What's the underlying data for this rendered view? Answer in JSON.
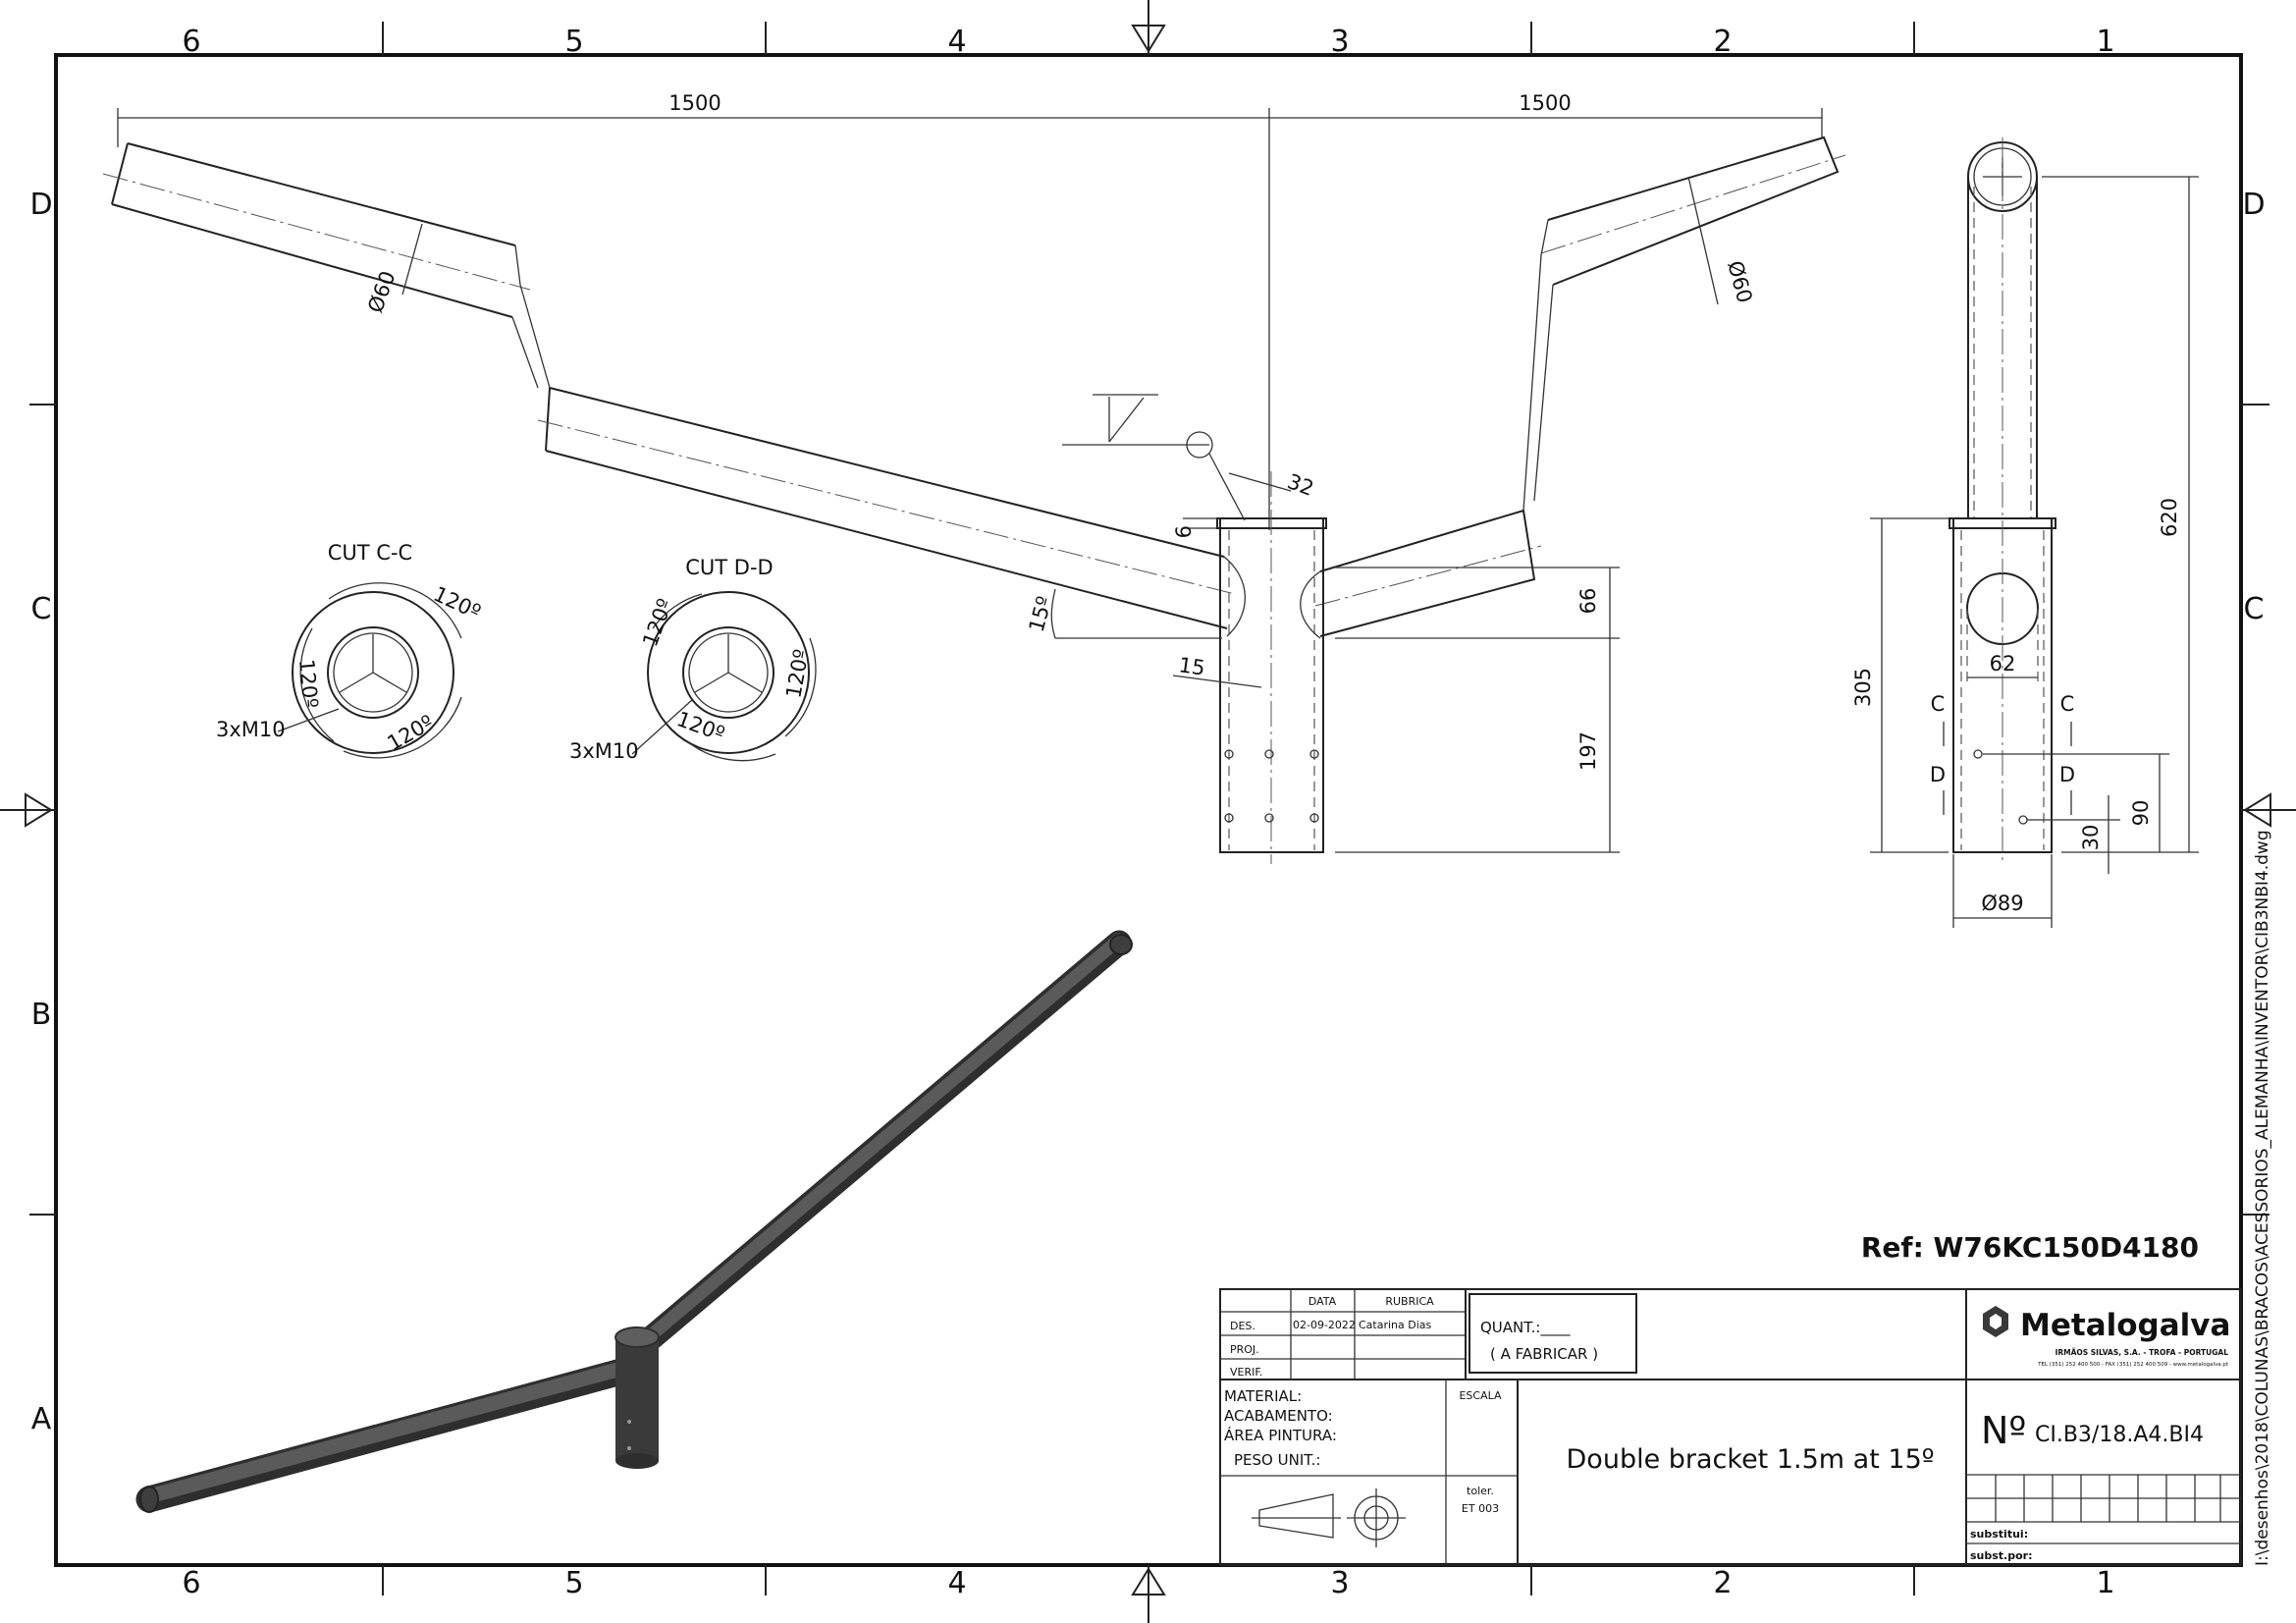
{
  "grid": {
    "cols_top": [
      "6",
      "5",
      "4",
      "3",
      "2",
      "1"
    ],
    "rows_side": [
      "D",
      "C",
      "B",
      "A"
    ]
  },
  "dimensions": {
    "left_span": "1500",
    "right_span": "1500",
    "dia_left": "Ø60",
    "dia_right": "Ø60",
    "angle_weld": "32",
    "cap_thickness": "6",
    "arm_angle": "15º",
    "weld_depth": "15",
    "arm_drop": "66",
    "sleeve_lower": "197",
    "total_height": "620",
    "sleeve_height": "305",
    "bore_width": "62",
    "hole_c_height": "90",
    "hole_d_height": "30",
    "sleeve_dia": "Ø89"
  },
  "section_c": {
    "title": "CUT C-C",
    "angle_a": "120º",
    "angle_b": "120º",
    "angle_c": "120º",
    "bolts": "3xM10"
  },
  "section_d": {
    "title": "CUT D-D",
    "angle_a": "120º",
    "angle_b": "120º",
    "angle_c": "120º",
    "bolts": "3xM10"
  },
  "side_marks": {
    "c_left": "C",
    "c_right": "C",
    "d_left": "D",
    "d_right": "D"
  },
  "file_path": "I:\\desenhos\\2018\\COLUNAS\\BRACOS\\ACESSORIOS_ALEMANHA\\INVENTOR\\CIB3NBI4.dwg",
  "reference": "Ref: W76KC150D4180",
  "title_block": {
    "col_data": "DATA",
    "col_rubrica": "RUBRICA",
    "row_des": "DES.",
    "row_proj": "PROJ.",
    "row_verif": "VERIF.",
    "des_date": "02-09-2022",
    "des_name": "Catarina Dias",
    "quant_label": "QUANT.:____",
    "quant_note": "( A FABRICAR )",
    "material": "MATERIAL:",
    "acabamento": "ACABAMENTO:",
    "area_pintura": "ÁREA PINTURA:",
    "peso": "PESO UNIT.:",
    "escala": "ESCALA",
    "toler": "toler.",
    "toler_std": "ET 003",
    "title": "Double bracket 1.5m at 15º",
    "number_prefix": "Nº",
    "number": "CI.B3/18.A4.BI4",
    "substitui": "substitui:",
    "subst_por": "subst.por:",
    "company": "Metalogalva",
    "company_sub": "IRMÃOS SILVAS, S.A. - TROFA - PORTUGAL",
    "company_contact": "TEL (351) 252 400 500 - FAX (351) 252 400 509 - www.metalogalva.pt"
  },
  "colors": {
    "ink": "#111111",
    "render": "#4a4a4a",
    "render_dark": "#2e2e2e"
  }
}
